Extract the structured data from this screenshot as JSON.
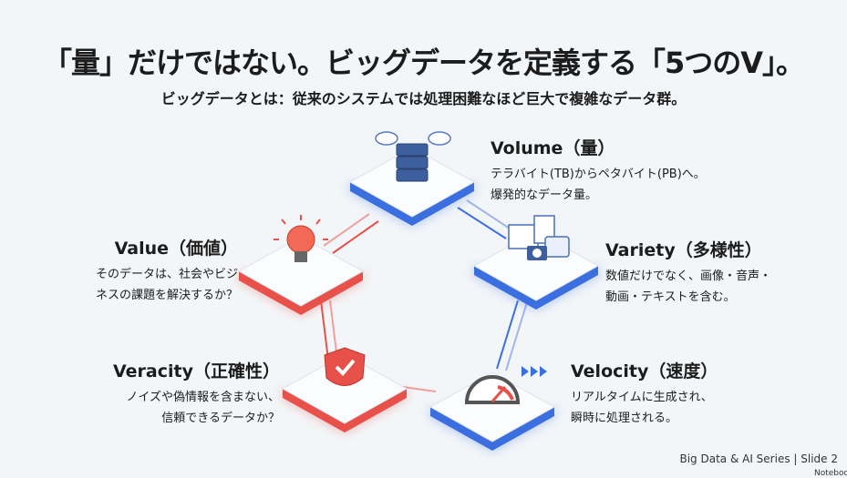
{
  "title": "「量」だけではない。ビッグデータを定義する「5つのV」。",
  "subtitle": "ビッグデータとは：従来のシステムでは処理困難なほど巨大で複雑なデータ群。",
  "colors": {
    "blue": "#3b6fe0",
    "red": "#e8504a",
    "background": "#f3f6f8"
  },
  "vs": {
    "volume": {
      "title": "Volume（量）",
      "lines": [
        "テラバイト(TB)からペタバイト(PB)へ。",
        "爆発的なデータ量。"
      ],
      "icon": "server-cloud-icon"
    },
    "variety": {
      "title": "Variety（多様性）",
      "lines": [
        "数値だけでなく、画像・音声・",
        "動画・テキストを含む。"
      ],
      "icon": "media-files-icon"
    },
    "velocity": {
      "title": "Velocity（速度）",
      "lines": [
        "リアルタイムに生成され、",
        "瞬時に処理される。"
      ],
      "icon": "speedometer-icon"
    },
    "veracity": {
      "title": "Veracity（正確性）",
      "lines": [
        "ノイズや偽情報を含まない、",
        "信頼できるデータか？"
      ],
      "icon": "shield-check-icon"
    },
    "value": {
      "title": "Value（価値）",
      "lines": [
        "そのデータは、社会やビジ",
        "ネスの課題を解決するか？"
      ],
      "icon": "lightbulb-icon"
    }
  },
  "footer": "Big Data & AI Series | Slide 2",
  "watermark": "NotebookLM"
}
